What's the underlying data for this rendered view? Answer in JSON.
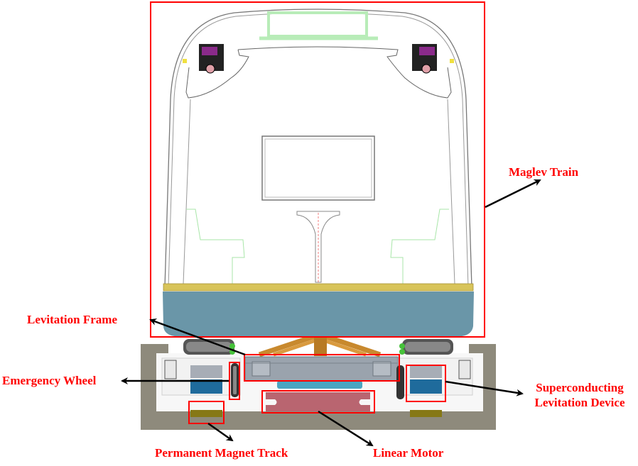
{
  "labels": {
    "maglev_train": "Maglev Train",
    "levitation_frame": "Levitation Frame",
    "emergency_wheel": "Emergency Wheel",
    "superconducting_line1": "Superconducting",
    "superconducting_line2": "Levitation Device",
    "permanent_magnet_track": "Permanent Magnet Track",
    "linear_motor": "Linear Motor"
  },
  "colors": {
    "highlight_box": "#ff0000",
    "label_text": "#ff0000",
    "arrow": "#000000",
    "car_body_lower": "#6a96a8",
    "floor_strip": "#d8c45a",
    "track_guideway": "#8e8a7c",
    "levitation_frame": "#9aa3ad",
    "frame_truss": "#c8892e",
    "magnet_track": "#867816",
    "linear_motor": "#b96570",
    "sc_magnet": "#1f6b9c",
    "roof_unit": "#b8ecb8",
    "pantograph": "#8a2a8a"
  }
}
